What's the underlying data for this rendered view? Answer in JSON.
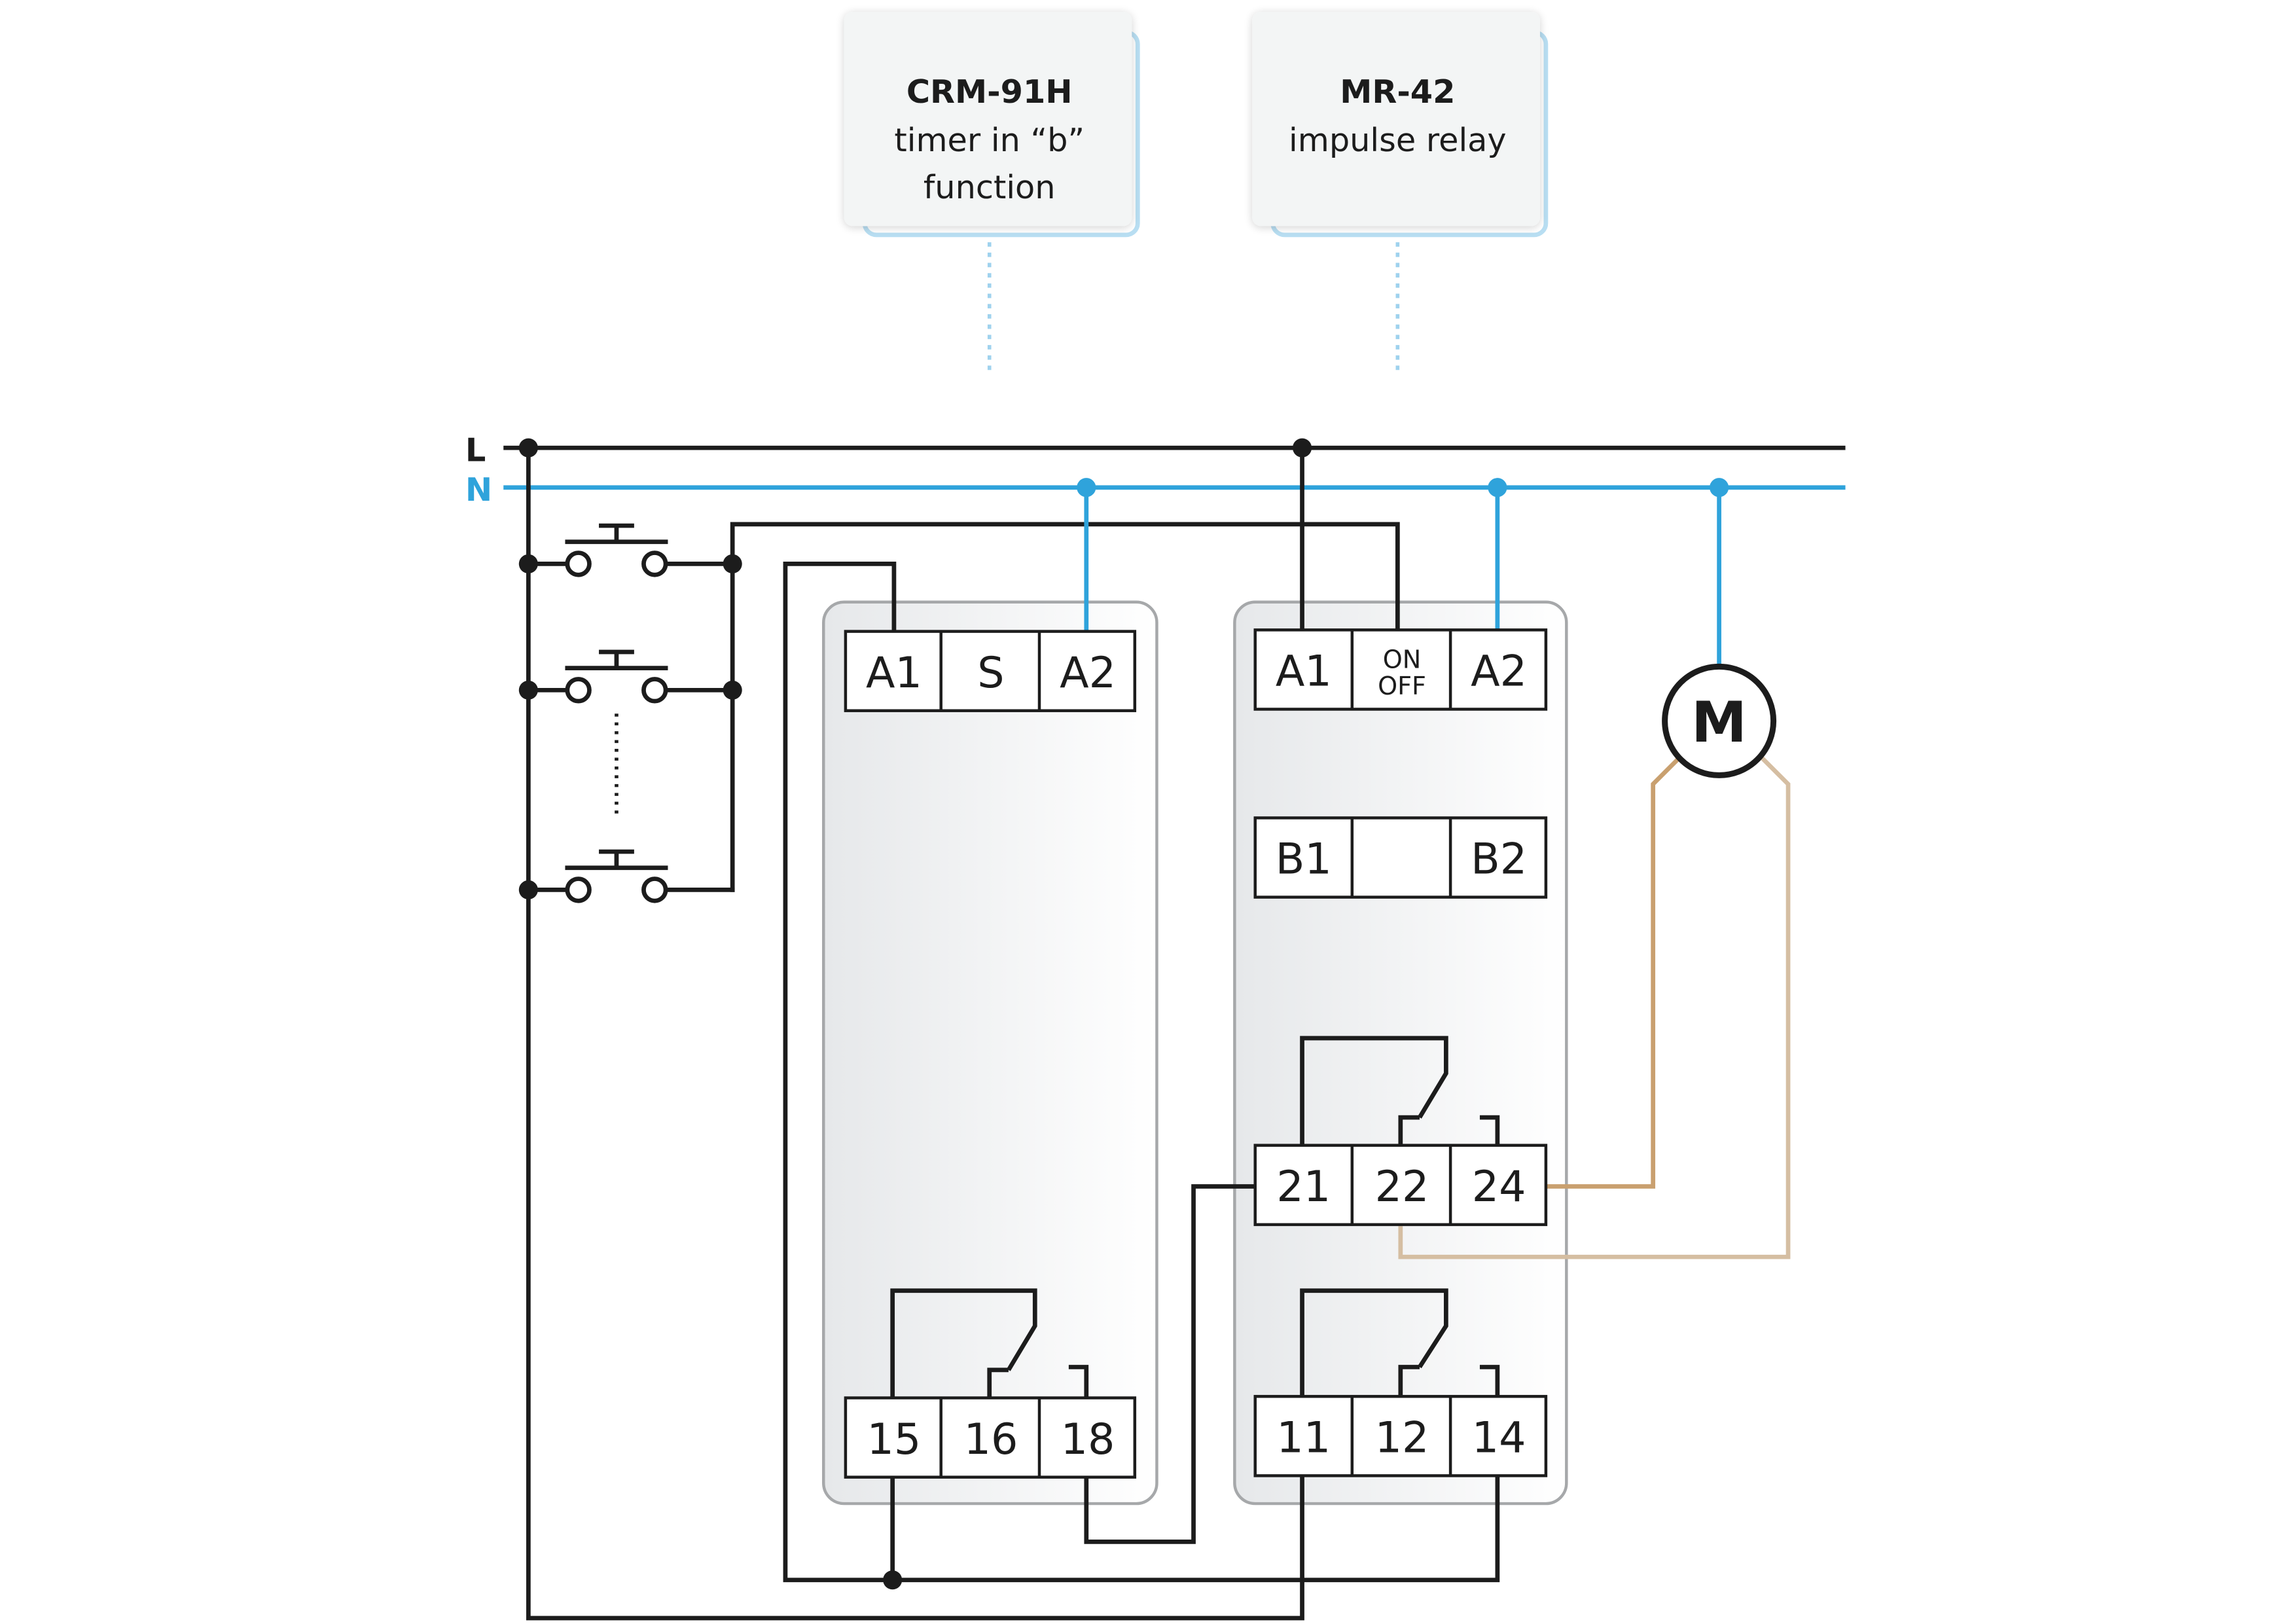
{
  "devices": {
    "timer": {
      "model": "CRM-91H",
      "desc_line1": "timer in “b”",
      "desc_line2": "function",
      "terminals_top": [
        "A1",
        "S",
        "A2"
      ],
      "terminals_bottom": [
        "15",
        "16",
        "18"
      ]
    },
    "relay": {
      "model": "MR-42",
      "desc_line1": "impulse relay",
      "terminals_top": [
        "A1",
        "A2"
      ],
      "onoff_top": "ON",
      "onoff_bottom": "OFF",
      "terminals_mid": [
        "B1",
        "B2"
      ],
      "terminals_contact2": [
        "21",
        "22",
        "24"
      ],
      "terminals_contact1": [
        "11",
        "12",
        "14"
      ]
    }
  },
  "supply": {
    "line": "L",
    "neutral": "N"
  },
  "motor": {
    "label": "M"
  },
  "colors": {
    "line": "#1c1c1c",
    "neutral": "#2fa3db",
    "motor_wire_1": "#c9a06f",
    "motor_wire_2": "#d5bea2",
    "callout_bg": "#f3f5f5",
    "callout_edge": "#b8def2",
    "module_fill": "#eef0f1",
    "module_edge": "#a6a8aa"
  }
}
